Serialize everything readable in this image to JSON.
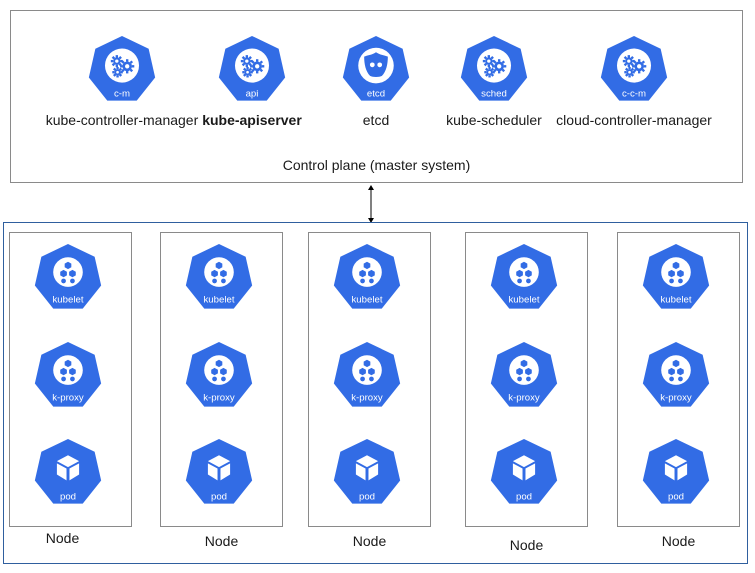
{
  "control_plane": {
    "caption": "Control plane (master system)",
    "components": [
      {
        "badge": "c-m",
        "label": "kube-controller-manager",
        "icon": "control-manager-icon"
      },
      {
        "badge": "api",
        "label": "kube-apiserver",
        "icon": "api-server-icon"
      },
      {
        "badge": "etcd",
        "label": "etcd",
        "icon": "etcd-icon"
      },
      {
        "badge": "sched",
        "label": "kube-scheduler",
        "icon": "scheduler-icon"
      },
      {
        "badge": "c-c-m",
        "label": "cloud-controller-manager",
        "icon": "cloud-controller-manager-icon"
      }
    ]
  },
  "nodes": [
    {
      "label": "Node",
      "kubelet": "kubelet",
      "proxy": "k-proxy",
      "pod": "pod"
    },
    {
      "label": "Node",
      "kubelet": "kubelet",
      "proxy": "k-proxy",
      "pod": "pod"
    },
    {
      "label": "Node",
      "kubelet": "kubelet",
      "proxy": "k-proxy",
      "pod": "pod"
    },
    {
      "label": "Node",
      "kubelet": "kubelet",
      "proxy": "k-proxy",
      "pod": "pod"
    },
    {
      "label": "Node",
      "kubelet": "kubelet",
      "proxy": "k-proxy",
      "pod": "pod"
    }
  ],
  "colors": {
    "k8s_blue": "#326ce5",
    "border_gray": "#8a8a8a",
    "cluster_border": "#2f5f9e"
  }
}
